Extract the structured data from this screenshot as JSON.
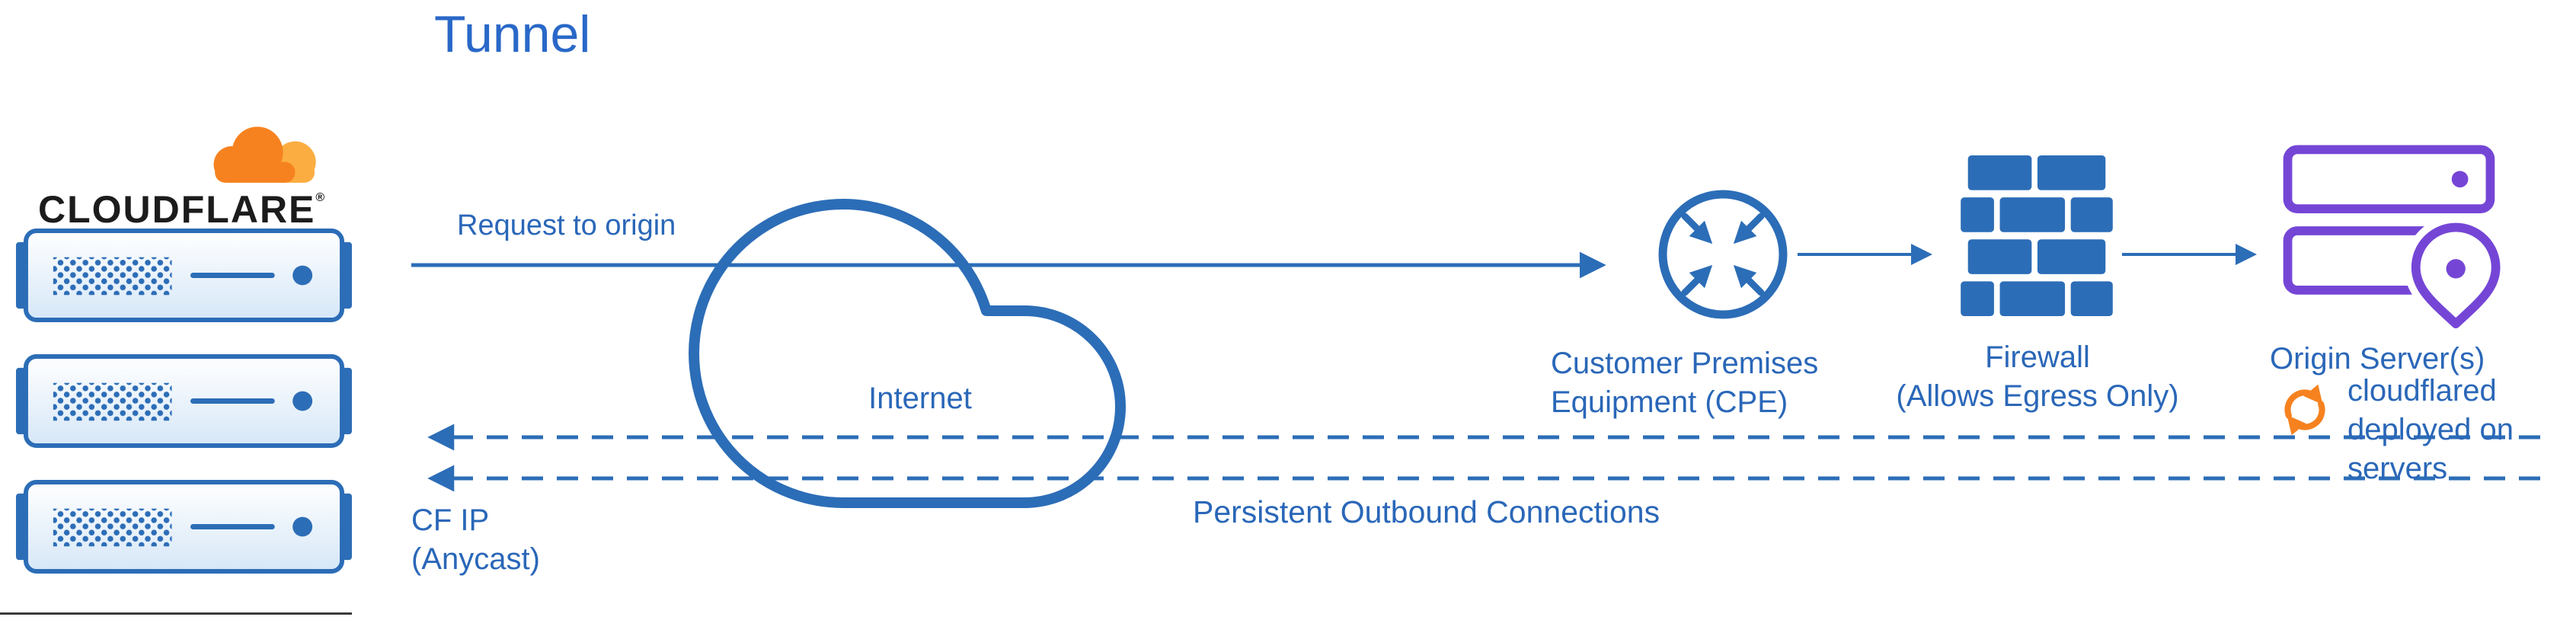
{
  "title": "Tunnel",
  "colors": {
    "accent_blue": "#2C6DB7",
    "title_blue": "#2968C8",
    "label_blue": "#2A67B8",
    "purple": "#7546D6",
    "orange": "#F6821F",
    "orange_light": "#FBAD41",
    "brand_black": "#1C1C1C"
  },
  "logo": {
    "brand": "CLOUDFLARE",
    "registered_mark": "®"
  },
  "edge": {
    "request_label": "Request to origin",
    "cf_ip_line1": "CF IP",
    "cf_ip_line2": "(Anycast)"
  },
  "internet": {
    "label": "Internet"
  },
  "cpe": {
    "line1": "Customer Premises",
    "line2": "Equipment (CPE)"
  },
  "firewall": {
    "line1": "Firewall",
    "line2": "(Allows Egress Only)"
  },
  "origin": {
    "label": "Origin Server(s)",
    "cloudflared_line1": "cloudflared",
    "cloudflared_line2": "deployed on",
    "cloudflared_line3": "servers"
  },
  "connections": {
    "persistent_label": "Persistent Outbound Connections"
  },
  "icons": {
    "logo_cloud": "cloudflare-cloud-icon",
    "edge_server": "edge-server-icon",
    "internet_cloud": "internet-cloud-icon",
    "cpe": "cpe-router-icon",
    "firewall": "firewall-brick-icon",
    "origin_servers": "origin-servers-icon",
    "location_pin": "location-pin-icon",
    "cloudflared": "sync-arrows-icon"
  }
}
